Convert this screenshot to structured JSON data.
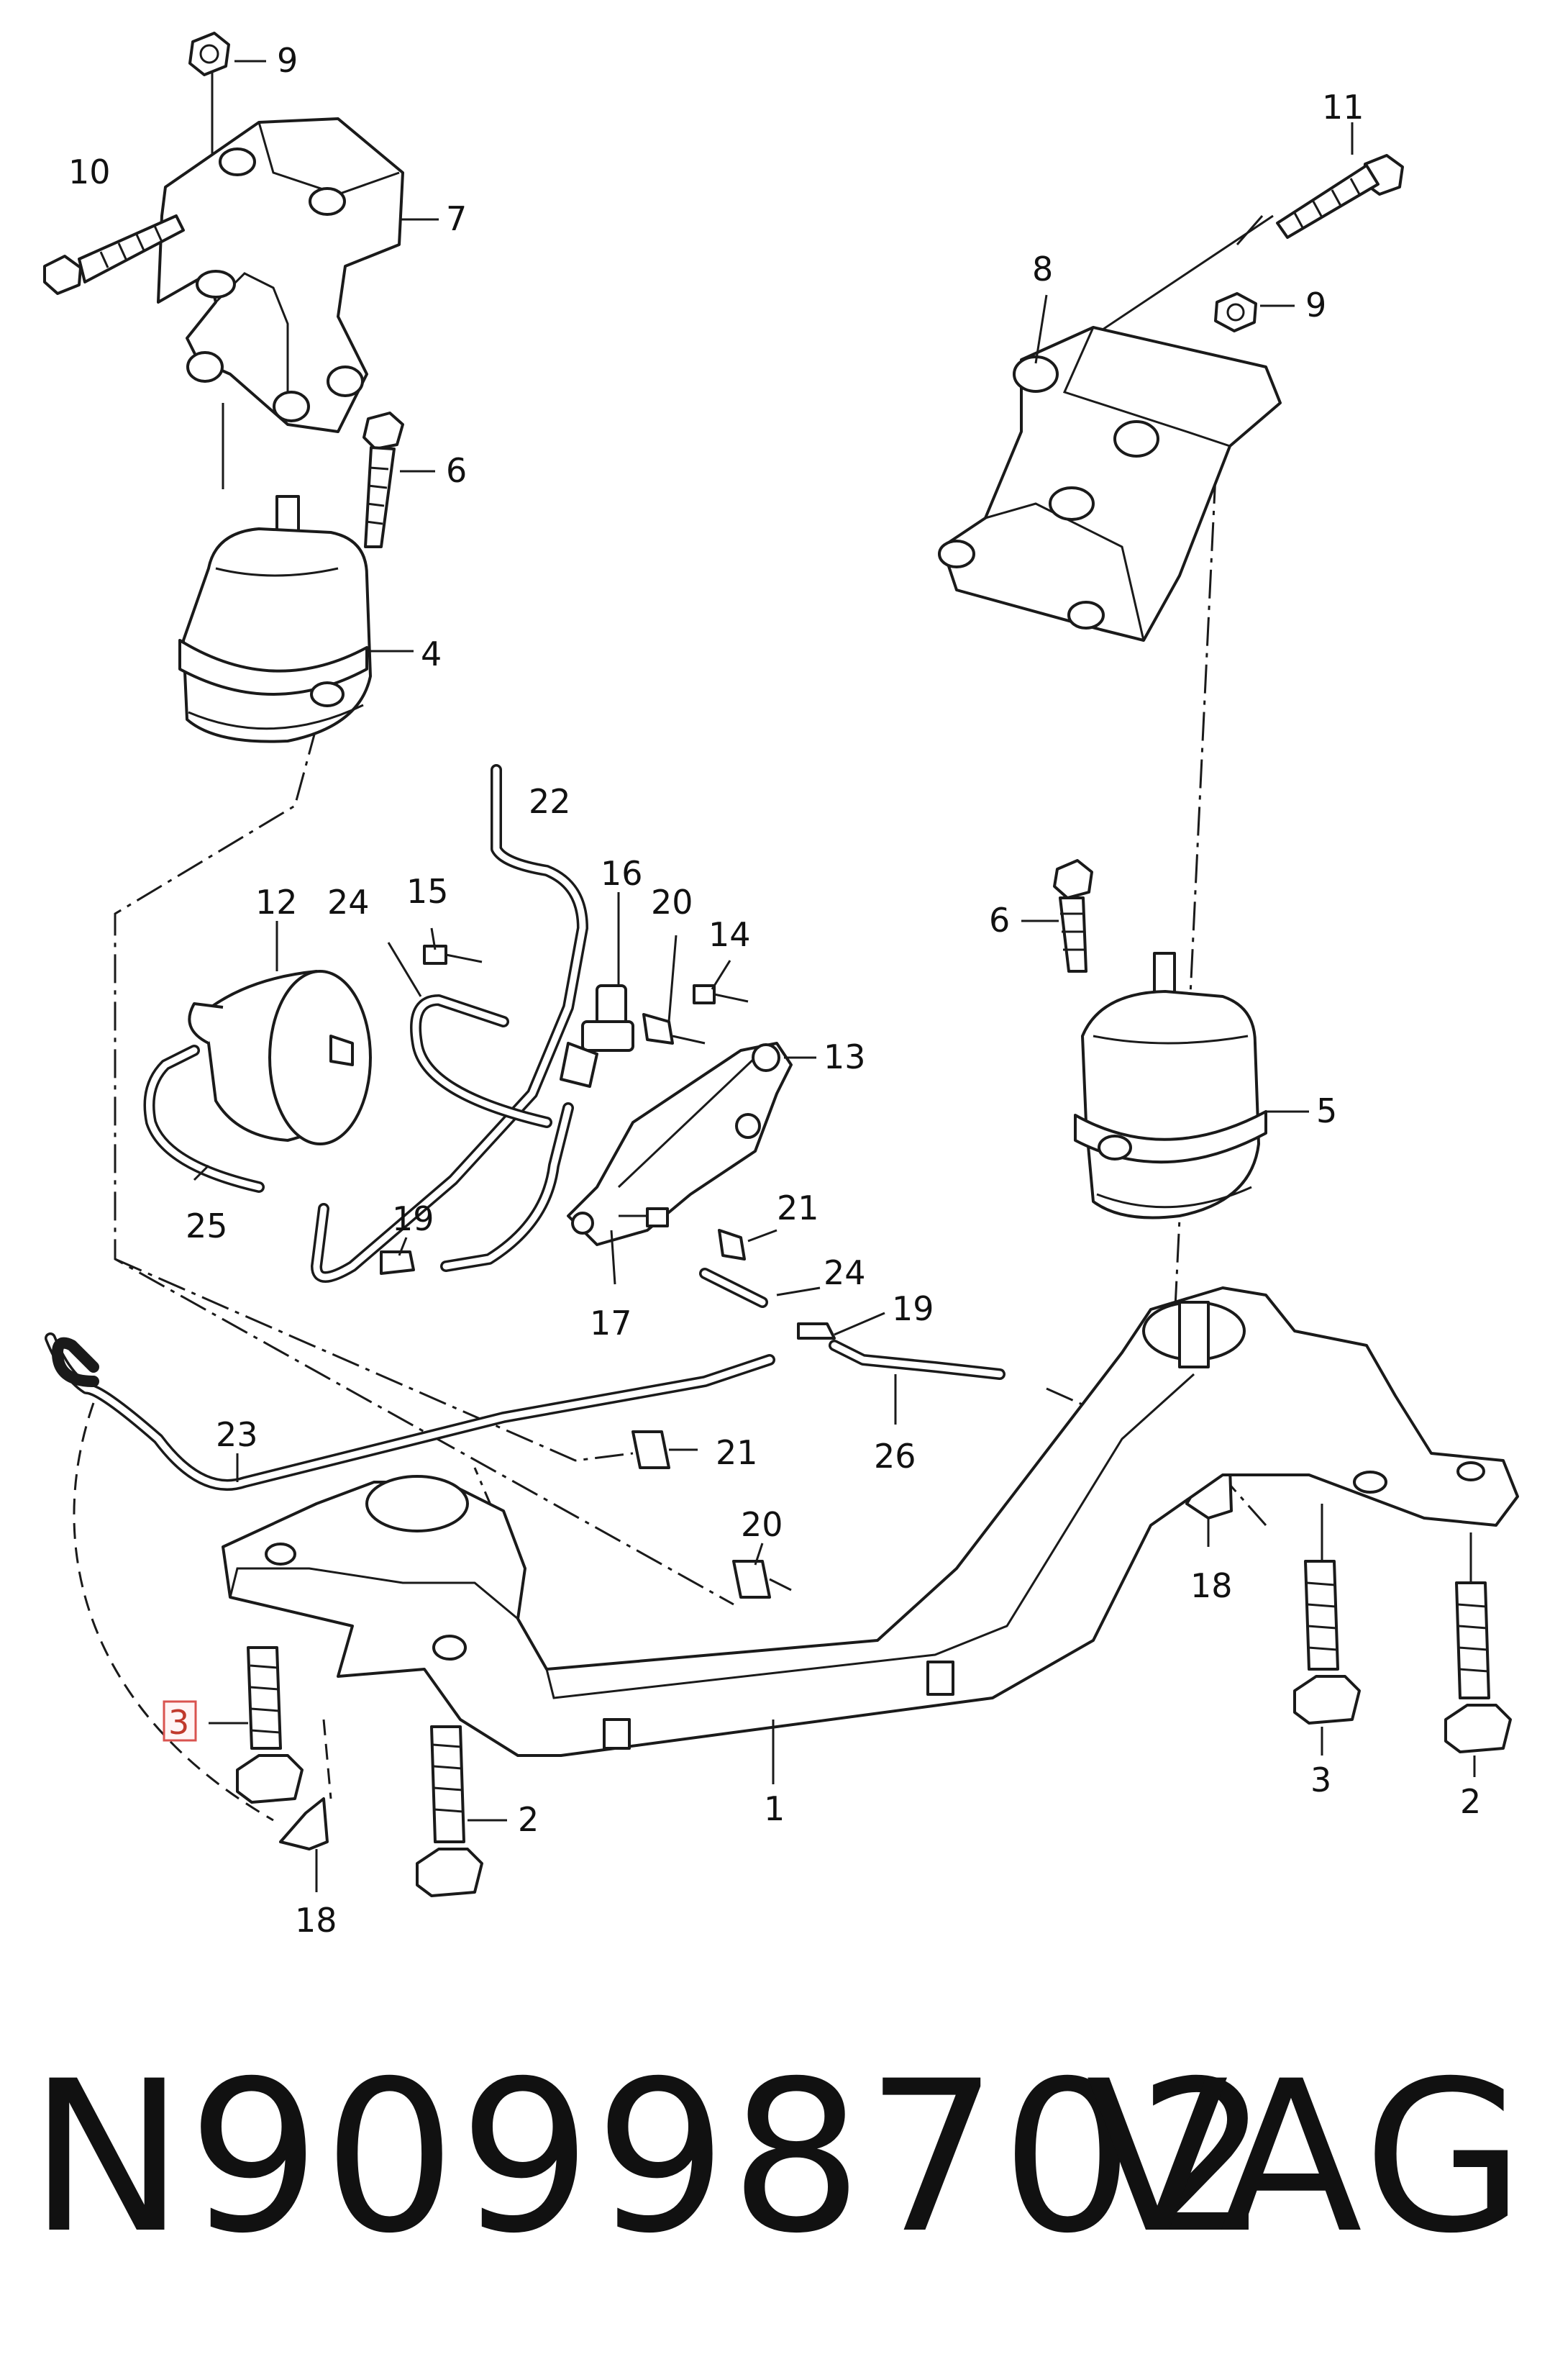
{
  "callouts": [
    {
      "id": "c9a",
      "text": "9"
    },
    {
      "id": "c10",
      "text": "10"
    },
    {
      "id": "c7",
      "text": "7"
    },
    {
      "id": "c6a",
      "text": "6"
    },
    {
      "id": "c4",
      "text": "4"
    },
    {
      "id": "c11",
      "text": "11"
    },
    {
      "id": "c8",
      "text": "8"
    },
    {
      "id": "c9b",
      "text": "9"
    },
    {
      "id": "c22",
      "text": "22"
    },
    {
      "id": "c16",
      "text": "16"
    },
    {
      "id": "c12",
      "text": "12"
    },
    {
      "id": "c24a",
      "text": "24"
    },
    {
      "id": "c15",
      "text": "15"
    },
    {
      "id": "c20a",
      "text": "20"
    },
    {
      "id": "c14",
      "text": "14"
    },
    {
      "id": "c13",
      "text": "13"
    },
    {
      "id": "c6b",
      "text": "6"
    },
    {
      "id": "c5",
      "text": "5"
    },
    {
      "id": "c25",
      "text": "25"
    },
    {
      "id": "c19a",
      "text": "19"
    },
    {
      "id": "c21a",
      "text": "21"
    },
    {
      "id": "c24b",
      "text": "24"
    },
    {
      "id": "c17",
      "text": "17"
    },
    {
      "id": "c19b",
      "text": "19"
    },
    {
      "id": "c23",
      "text": "23"
    },
    {
      "id": "c21b",
      "text": "21"
    },
    {
      "id": "c26",
      "text": "26"
    },
    {
      "id": "c20b",
      "text": "20"
    },
    {
      "id": "c18a",
      "text": "18"
    },
    {
      "id": "c3a",
      "text": "3"
    },
    {
      "id": "c2a",
      "text": "2"
    },
    {
      "id": "c1",
      "text": "1"
    },
    {
      "id": "c18b",
      "text": "18"
    },
    {
      "id": "c3b",
      "text": "3"
    },
    {
      "id": "c2b",
      "text": "2"
    }
  ],
  "highlighted_callout": "3",
  "footer": {
    "part_number": "N90998702",
    "brand": "VAG"
  }
}
